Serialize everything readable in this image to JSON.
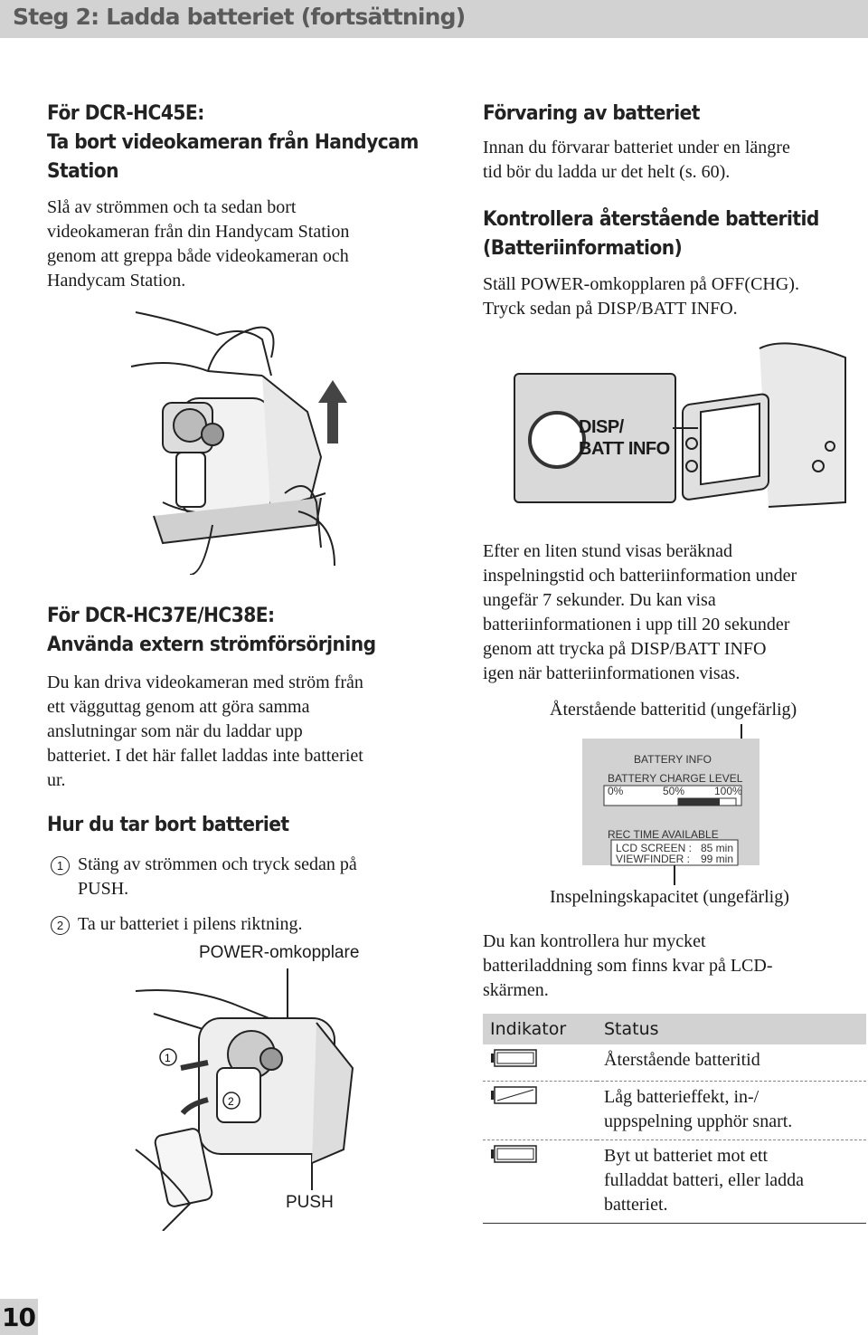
{
  "header": {
    "title": "Steg 2: Ladda batteriet (fortsättning)"
  },
  "section_hc45e": {
    "title_lines": [
      "För DCR-HC45E:",
      "Ta bort videokameran från Handycam",
      "Station"
    ],
    "body_lines": [
      "Slå av strömmen och ta sedan bort",
      "videokameran från din Handycam Station",
      "genom att greppa både videokameran och",
      "Handycam Station."
    ]
  },
  "section_storage": {
    "title": "Förvaring av batteriet",
    "body_lines": [
      "Innan du förvarar batteriet under en längre",
      "tid bör du ladda ur det helt (s. 60)."
    ]
  },
  "section_check": {
    "title_lines": [
      "Kontrollera återstående batteritid",
      "(Batteriinformation)"
    ],
    "body_lines": [
      "Ställ POWER-omkopplaren på OFF(CHG).",
      "Tryck sedan på DISP/BATT INFO."
    ]
  },
  "disp_button": {
    "line1": "DISP/",
    "line2": "BATT INFO"
  },
  "section_info": {
    "body_lines": [
      "Efter en liten stund visas beräknad",
      "inspelningstid och batteriinformation under",
      "ungefär 7 sekunder. Du kan visa",
      "batteriinformationen i upp till 20 sekunder",
      "genom att trycka på DISP/BATT INFO",
      "igen när batteriinformationen visas."
    ]
  },
  "battery_display": {
    "label_top": "Återstående batteritid (ungefärlig)",
    "title": "BATTERY INFO",
    "charge_label": "BATTERY CHARGE LEVEL",
    "scale": [
      "0%",
      "50%",
      "100%"
    ],
    "rec_label": "REC TIME AVAILABLE",
    "lcd_label": "LCD SCREEN :",
    "lcd_value": "85 min",
    "vf_label": "VIEWFINDER :",
    "vf_value": "99 min",
    "label_bottom": "Inspelningskapacitet (ungefärlig)"
  },
  "section_external": {
    "title_lines": [
      "För DCR-HC37E/HC38E:",
      "Använda extern strömförsörjning"
    ],
    "body_lines": [
      "Du kan driva videokameran med ström från",
      "ett vägguttag genom att göra samma",
      "anslutningar som när du laddar upp",
      "batteriet. I det här fallet laddas inte batteriet",
      "ur."
    ]
  },
  "section_remove": {
    "title": "Hur du tar bort batteriet",
    "steps": [
      {
        "num": "1",
        "lines": [
          "Stäng av strömmen och tryck sedan på",
          "PUSH."
        ]
      },
      {
        "num": "2",
        "lines": [
          "Ta ur batteriet i pilens riktning."
        ]
      }
    ],
    "power_label": "POWER-omkopplare",
    "push_label": "PUSH"
  },
  "section_lcd": {
    "body_lines": [
      "Du kan kontrollera hur mycket",
      "batteriladdning som finns kvar på LCD-",
      "skärmen."
    ]
  },
  "indicator_table": {
    "headers": [
      "Indikator",
      "Status"
    ],
    "rows": [
      {
        "icon": "battery-full-icon",
        "status_lines": [
          "Återstående batteritid"
        ]
      },
      {
        "icon": "battery-low-icon",
        "status_lines": [
          "Låg batterieffekt, in-/",
          "uppspelning upphör snart."
        ]
      },
      {
        "icon": "battery-empty-icon",
        "status_lines": [
          "Byt ut batteriet mot ett",
          "fulladdat batteri, eller ladda",
          "batteriet."
        ]
      }
    ]
  },
  "page": {
    "number": "10"
  }
}
